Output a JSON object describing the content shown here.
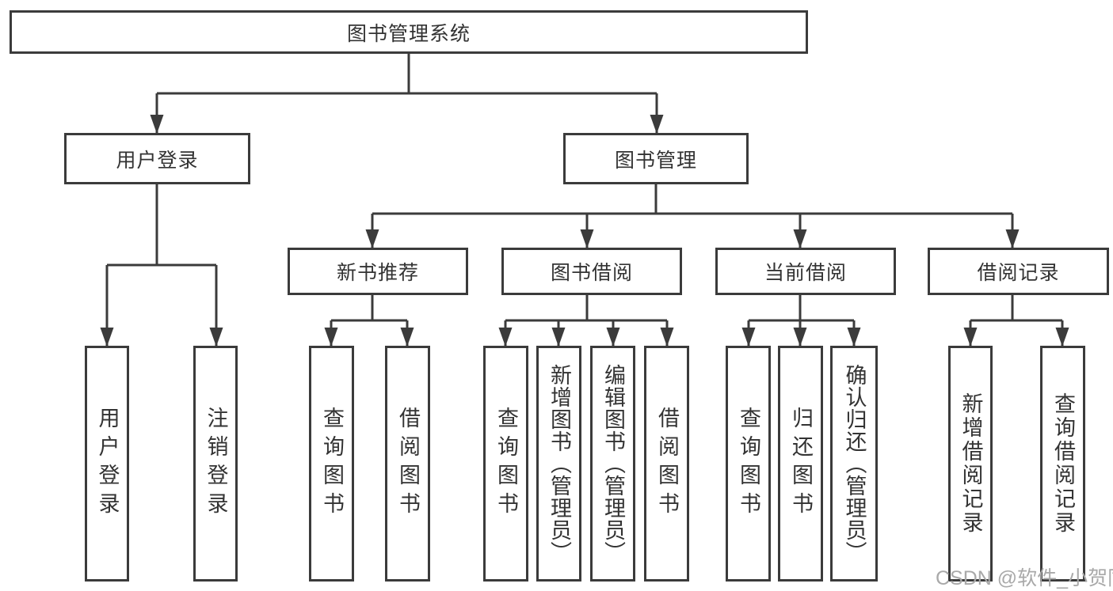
{
  "diagram": {
    "root": {
      "label": "图书管理系统"
    },
    "branches": [
      {
        "label": "用户登录",
        "children": [
          {
            "label": "用户登录"
          },
          {
            "label": "注销登录"
          }
        ]
      },
      {
        "label": "图书管理",
        "children": [
          {
            "label": "新书推荐",
            "children": [
              {
                "label": "查询图书"
              },
              {
                "label": "借阅图书"
              }
            ]
          },
          {
            "label": "图书借阅",
            "children": [
              {
                "label": "查询图书"
              },
              {
                "label": "新增图书（管理员）"
              },
              {
                "label": "编辑图书（管理员）"
              },
              {
                "label": "借阅图书"
              }
            ]
          },
          {
            "label": "当前借阅",
            "children": [
              {
                "label": "查询图书"
              },
              {
                "label": "归还图书"
              },
              {
                "label": "确认归还（管理员）"
              }
            ]
          },
          {
            "label": "借阅记录",
            "children": [
              {
                "label": "新增借阅记录"
              },
              {
                "label": "查询借阅记录"
              }
            ]
          }
        ]
      }
    ]
  },
  "watermark": {
    "text": "CSDN @软件_小贺同学"
  },
  "colors": {
    "line": "#3b3b3b",
    "text": "#333333",
    "watermark": "#a9a9a9",
    "background": "#ffffff"
  }
}
